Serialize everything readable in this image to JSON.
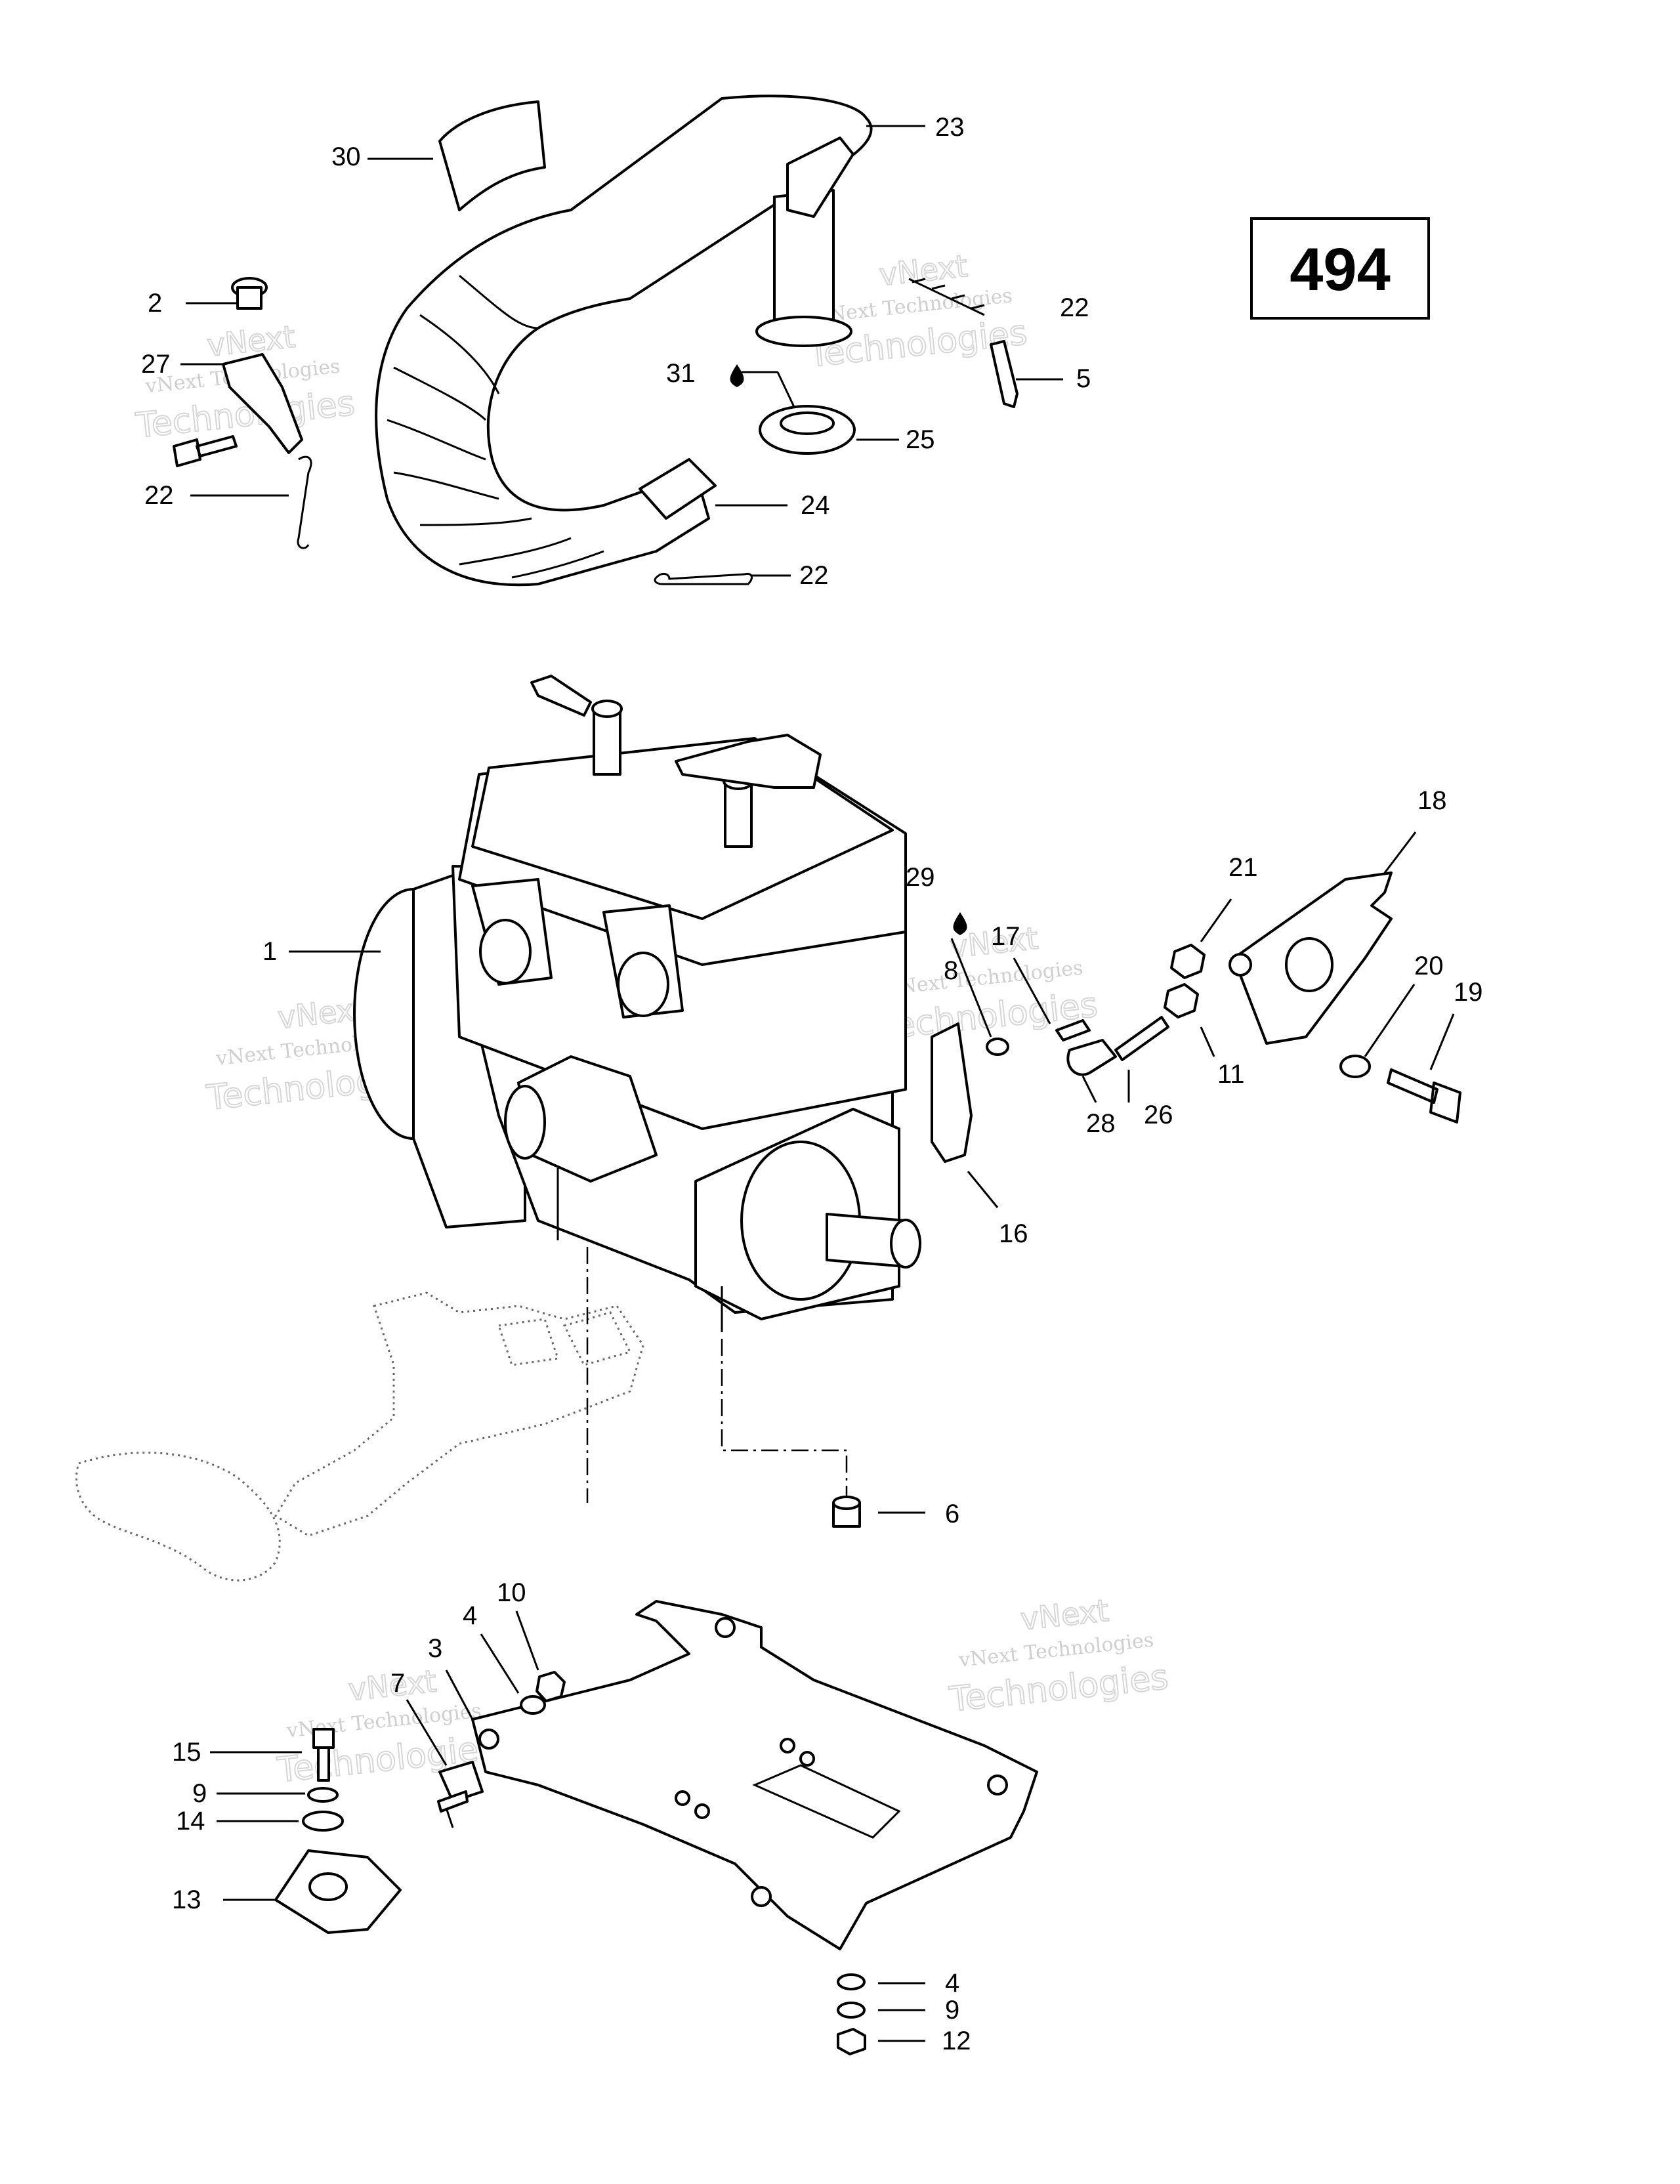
{
  "page_number": "494",
  "watermark": {
    "line1": "vNext",
    "line2": "vNext Technologies",
    "line3": "Technologies"
  },
  "callouts": {
    "c1": "1",
    "c2": "2",
    "c3": "3",
    "c4a": "4",
    "c4b": "4",
    "c5": "5",
    "c6": "6",
    "c7": "7",
    "c8": "8",
    "c9a": "9",
    "c9b": "9",
    "c10": "10",
    "c11": "11",
    "c12": "12",
    "c13": "13",
    "c14": "14",
    "c15": "15",
    "c16": "16",
    "c17": "17",
    "c18": "18",
    "c19": "19",
    "c20": "20",
    "c21": "21",
    "c22a": "22",
    "c22b": "22",
    "c22c": "22",
    "c23": "23",
    "c24": "24",
    "c25": "25",
    "c26": "26",
    "c27": "27",
    "c28": "28",
    "c29": "29",
    "c30": "30",
    "c31": "31"
  },
  "icons": {
    "sealant_drop": "drop-icon"
  }
}
